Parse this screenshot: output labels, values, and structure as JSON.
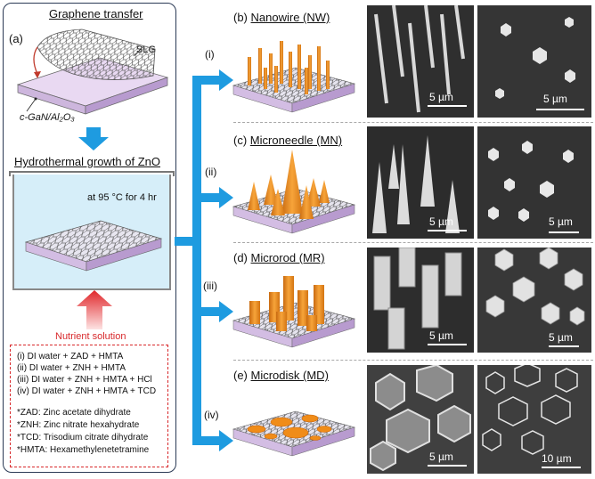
{
  "panel_a": {
    "label": "(a)",
    "graphene_title": "Graphene transfer",
    "slg_label": "SLG",
    "substrate_label": "c-GaN/Al₂O₃",
    "growth_title": "Hydrothermal growth of ZnO",
    "condition": "at 95 °C for 4 hr",
    "nutrient_label": "Nutrient solution",
    "recipes": [
      "(i)   DI water + ZAD + HMTA",
      "(ii)  DI water + ZNH + HMTA",
      "(iii) DI water + ZNH + HMTA + HCl",
      "(iv) DI water + ZNH + HMTA + TCD"
    ],
    "abbreviations": [
      "*ZAD: Zinc acetate dihydrate",
      "*ZNH: Zinc nitrate hexahydrate",
      "*TCD: Trisodium citrate dihydrate",
      "*HMTA: Hexamethylenetetramine"
    ]
  },
  "routes": [
    "(i)",
    "(ii)",
    "(iii)",
    "(iv)"
  ],
  "panels": [
    {
      "label": "(b)",
      "name": "Nanowire (NW)",
      "scale_left": "5 µm",
      "scale_right": "5 µm"
    },
    {
      "label": "(c)",
      "name": "Microneedle (MN)",
      "scale_left": "5 µm",
      "scale_right": "5 µm"
    },
    {
      "label": "(d)",
      "name": "Microrod (MR)",
      "scale_left": "5 µm",
      "scale_right": "5 µm"
    },
    {
      "label": "(e)",
      "name": "Microdisk (MD)",
      "scale_left": "5 µm",
      "scale_right": "10 µm"
    }
  ],
  "colors": {
    "arrow_blue": "#1e9be0",
    "tank_water": "#d6eef9",
    "nutrient_red": "#d8282b",
    "zno_orange": "#f08c18",
    "sem_gray": "#3a3a3a"
  }
}
